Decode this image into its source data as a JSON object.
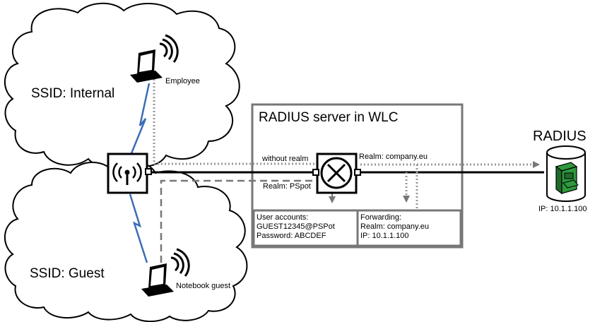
{
  "clouds": {
    "internal": {
      "ssid_label": "SSID: Internal",
      "client_label": "Employee"
    },
    "guest": {
      "ssid_label": "SSID: Guest",
      "client_label": "Notebook guest"
    }
  },
  "wlc": {
    "title": "RADIUS server in WLC",
    "without_realm": "without realm",
    "realm_pspot": "Realm: PSpot",
    "realm_company": "Realm: company.eu",
    "user_accounts": {
      "heading": "User accounts:",
      "line1": "GUEST12345@PSPot",
      "line2": "Password: ABCDEF"
    },
    "forwarding": {
      "heading": "Forwarding:",
      "line1": "Realm: company.eu",
      "line2": "IP: 10.1.1.100"
    }
  },
  "radius": {
    "title": "RADIUS",
    "ip": "IP: 10.1.1.100",
    "accent_color": "#2e9a3e"
  },
  "colors": {
    "wireless_link": "#3b6db4",
    "box_border": "#777777",
    "dotted_line": "#999999",
    "dashed_line": "#777777"
  },
  "icons": [
    "laptop-icon",
    "access-point-icon",
    "router-icon",
    "database-icon",
    "file-cabinet-icon"
  ]
}
